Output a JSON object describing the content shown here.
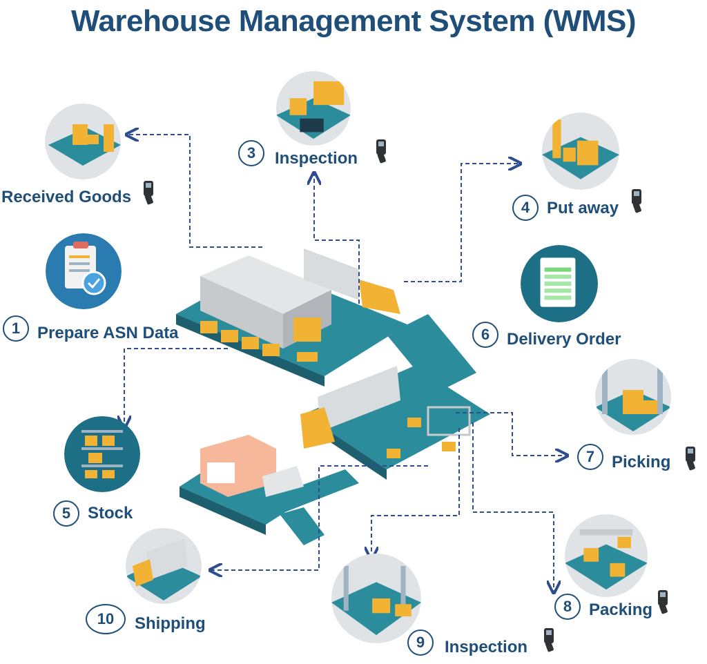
{
  "title": "Warehouse Management System (WMS)",
  "steps": {
    "received": {
      "label": "Received Goods"
    },
    "s1": {
      "num": "1",
      "label": "Prepare ASN Data"
    },
    "s3": {
      "num": "3",
      "label": "Inspection"
    },
    "s4": {
      "num": "4",
      "label": "Put away"
    },
    "s5": {
      "num": "5",
      "label": "Stock"
    },
    "s6": {
      "num": "6",
      "label": "Delivery Order"
    },
    "s7": {
      "num": "7",
      "label": "Picking"
    },
    "s8": {
      "num": "8",
      "label": "Packing"
    },
    "s9": {
      "num": "9",
      "label": "Inspection"
    },
    "s10": {
      "num": "10",
      "label": "Shipping"
    }
  },
  "colors": {
    "title": "#1f4e79",
    "teal": "#2b8c9c",
    "dark_teal": "#1d5f6e",
    "box": "#f2b233",
    "dash": "#2e4d8f"
  },
  "icons": [
    "handheld-scanner-icon",
    "clipboard-check-icon",
    "spreadsheet-icon",
    "shelving-icon"
  ]
}
